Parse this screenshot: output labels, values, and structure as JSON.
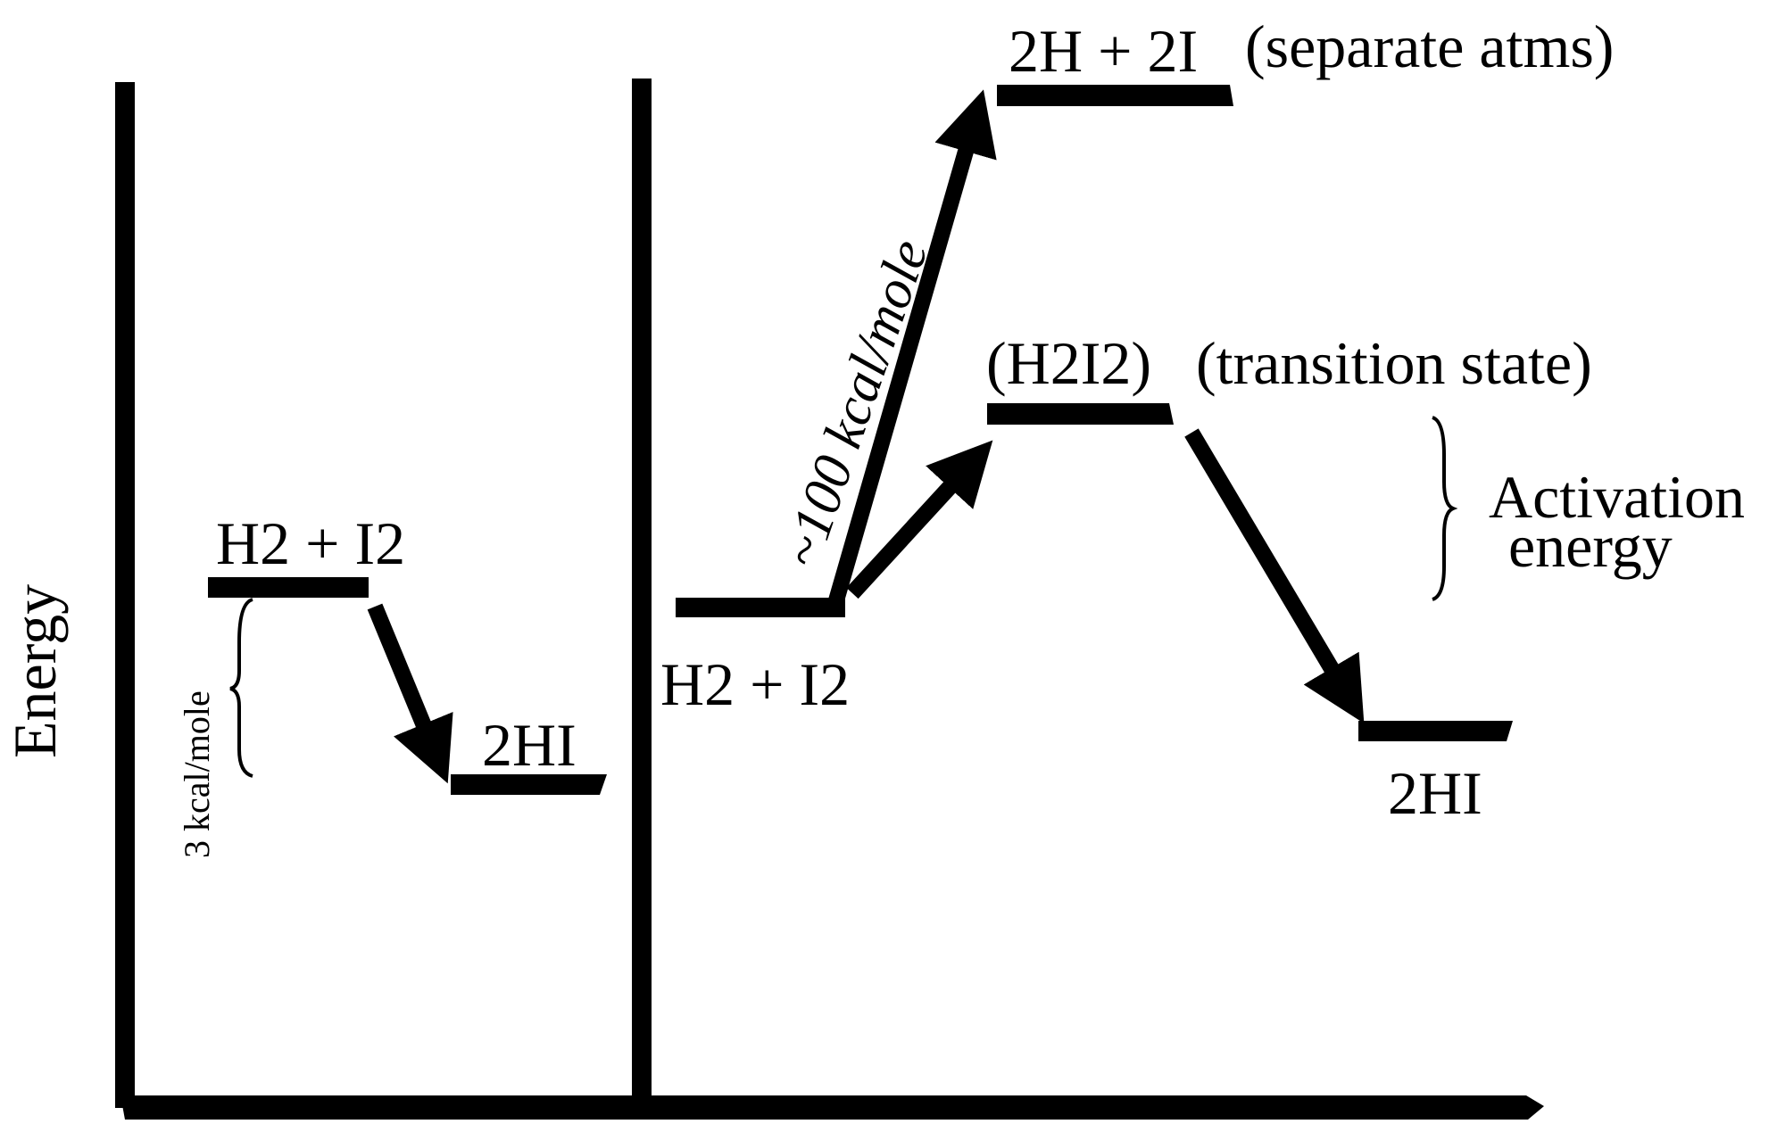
{
  "diagram": {
    "type": "energy-level-diagram",
    "axis_label": "Energy",
    "colors": {
      "foreground": "#000000",
      "background": "#ffffff"
    },
    "left_panel": {
      "reactant_label": "H2 + I2",
      "product_label": "2HI",
      "energy_difference_label": "3 kcal/mole"
    },
    "right_panel": {
      "reactant_label": "H2 + I2",
      "separate_atoms_label": "2H + 2I",
      "separate_atoms_note": "(separate atms)",
      "transition_state_label": "(H2I2)",
      "transition_state_note": "(transition state)",
      "dissociation_energy_label": "~100 kcal/mole",
      "activation_energy_label_line1": "Activation",
      "activation_energy_label_line2": "energy",
      "product_label": "2HI"
    }
  }
}
